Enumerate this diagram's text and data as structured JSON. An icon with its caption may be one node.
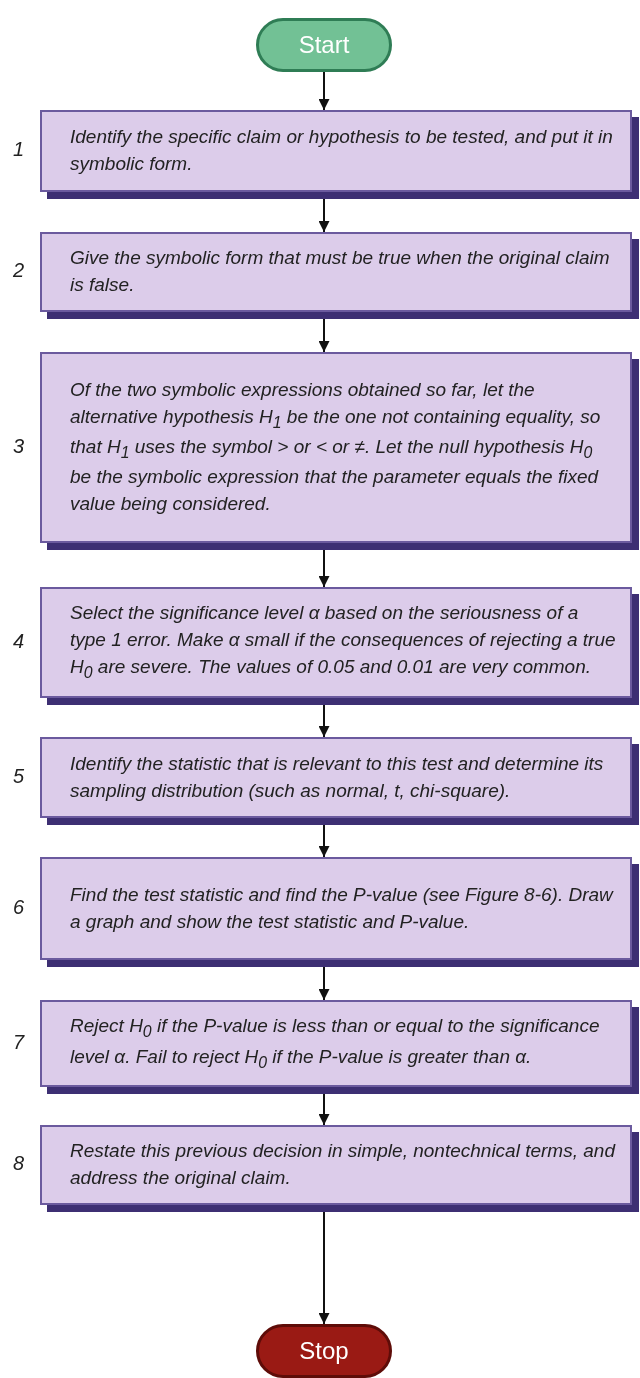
{
  "diagram": {
    "nodes": [
      {
        "text": [
          "Start"
        ]
      },
      {
        "text": [
          "Identify the specific claim or hypothesis to be tested, and put it in symbolic form."
        ],
        "beside": [
          "1"
        ]
      },
      {
        "text": [
          "Give the symbolic form that must be true when the original claim is false."
        ],
        "beside": [
          "2"
        ]
      },
      {
        "text": [
          "Of the two symbolic expressions obtained so far, let the alternative hypothesis H$_{1}$ be the one not containing equality, so that H$_{1}$ uses the symbol > or < or ≠. Let the null hypothesis H$_{0}$ be the symbolic expression that the parameter *equals* the fixed value being considered."
        ],
        "beside": [
          "3"
        ]
      },
      {
        "text": [
          "Select the significance level α based on the seriousness of a type 1 error. Make α small if the consequences of rejecting a true H$_{0}$ are severe. The values of 0.05 and 0.01 are very common."
        ],
        "beside": [
          "4"
        ]
      },
      {
        "text": [
          "Identify the statistic that is relevant to this test and determine its sampling distribution (such as normal, t, chi-square)."
        ],
        "beside": [
          "5"
        ]
      },
      {
        "text": [
          "Find the test statistic and find the P-value (see Figure 8-6). Draw a graph and show the test statistic and P-value."
        ],
        "beside": [
          "6"
        ]
      },
      {
        "text": [
          "Reject H$_{0}$ if the P-value is less than or equal to the significance level α. Fail to reject H$_{0}$ if the P-value is greater than α."
        ],
        "beside": [
          "7"
        ]
      },
      {
        "text": [
          "Restate this previous decision in simple, nontechnical terms, and address the original claim."
        ],
        "beside": [
          "8"
        ]
      },
      {
        "text": [
          "Stop"
        ]
      }
    ],
    "edges": [
      {
        "from": 0,
        "to": 1,
        "arrow": "to"
      },
      {
        "from": 1,
        "to": 2,
        "arrow": "to"
      },
      {
        "from": 2,
        "to": 3,
        "arrow": "to"
      },
      {
        "from": 3,
        "to": 4,
        "arrow": "to"
      },
      {
        "from": 4,
        "to": 5,
        "arrow": "to"
      },
      {
        "from": 5,
        "to": 6,
        "arrow": "to"
      },
      {
        "from": 6,
        "to": 7,
        "arrow": "to"
      },
      {
        "from": 7,
        "to": 8,
        "arrow": "to"
      },
      {
        "from": 8,
        "to": 9,
        "arrow": "to"
      }
    ]
  }
}
